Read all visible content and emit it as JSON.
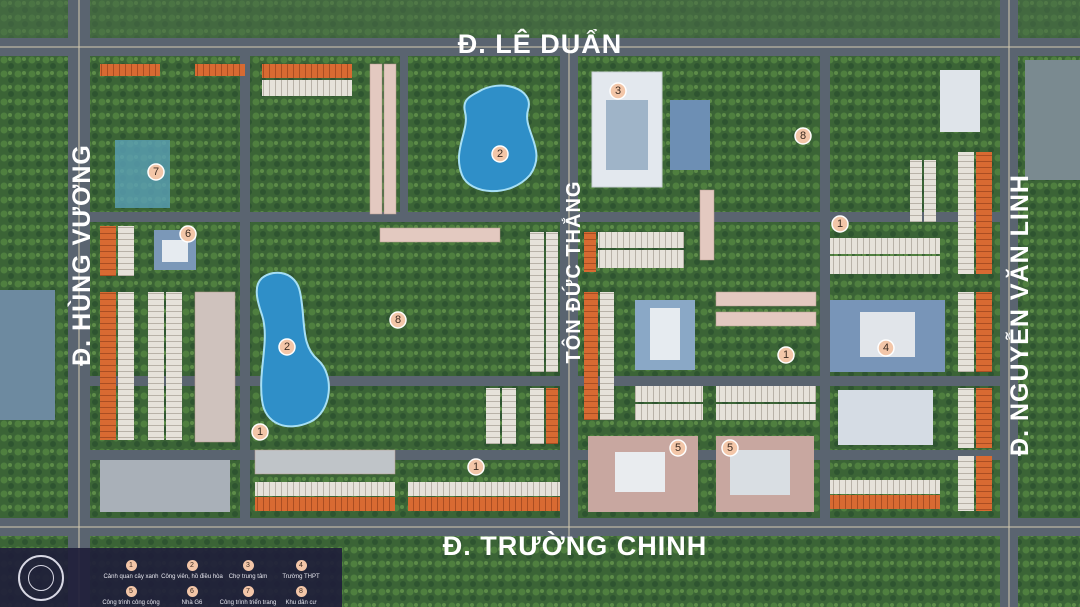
{
  "roads": {
    "top": "Đ. LÊ DUẨN",
    "left": "Đ. HÙNG VƯƠNG",
    "center": "TÔN ĐỨC THẮNG",
    "right": "Đ. NGUYỄN VĂN LINH",
    "bottom": "Đ. TRƯỜNG CHINH"
  },
  "markers": [
    {
      "number": "1"
    },
    {
      "number": "1"
    },
    {
      "number": "1"
    },
    {
      "number": "1"
    },
    {
      "number": "2"
    },
    {
      "number": "2"
    },
    {
      "number": "3"
    },
    {
      "number": "4"
    },
    {
      "number": "5"
    },
    {
      "number": "5"
    },
    {
      "number": "6"
    },
    {
      "number": "7"
    },
    {
      "number": "8"
    },
    {
      "number": "8"
    }
  ],
  "legend": {
    "items": [
      {
        "number": "1",
        "label": "Cảnh quan cây xanh"
      },
      {
        "number": "2",
        "label": "Công viên, hồ điều hòa"
      },
      {
        "number": "3",
        "label": "Chợ trung tâm"
      },
      {
        "number": "4",
        "label": "Trường THPT"
      },
      {
        "number": "5",
        "label": "Công trình công cộng"
      },
      {
        "number": "6",
        "label": "Nhà G6"
      },
      {
        "number": "7",
        "label": "Công trình triển trang"
      },
      {
        "number": "8",
        "label": "Khu dân cư"
      }
    ]
  },
  "colors": {
    "greenery": "#3f6b3a",
    "road": "#5a6470",
    "roof_orange": "#d86a32",
    "lake": "#2f8fc8",
    "legend_bg": "#201e3a",
    "marker": "#f3c6a8"
  }
}
